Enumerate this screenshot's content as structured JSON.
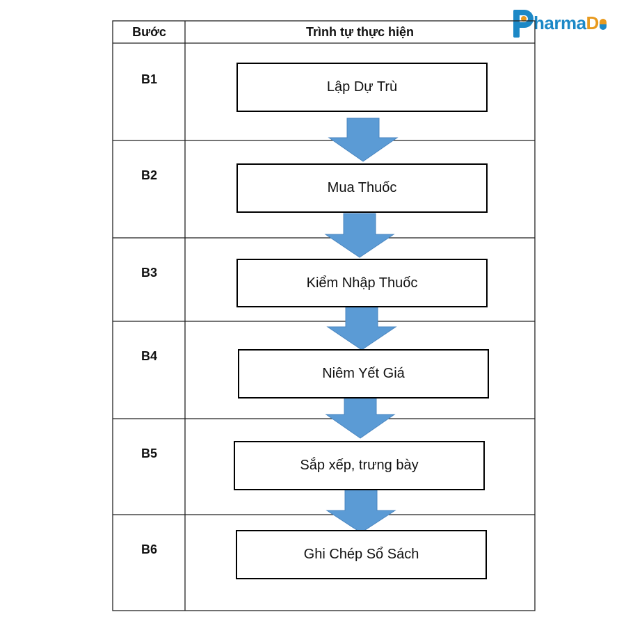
{
  "brand": {
    "name_prefix": "harma",
    "name_suffix": "D",
    "logo_initial": "P",
    "primary_color": "#1c88c6",
    "accent_color": "#e89a1f"
  },
  "table": {
    "col_step_header": "Bước",
    "col_process_header": "Trình tự thực hiện",
    "steps": [
      {
        "id": "B1",
        "label": "Lập Dự Trù"
      },
      {
        "id": "B2",
        "label": "Mua Thuốc"
      },
      {
        "id": "B3",
        "label": "Kiểm Nhập Thuốc"
      },
      {
        "id": "B4",
        "label": "Niêm Yết Giá"
      },
      {
        "id": "B5",
        "label": "Sắp xếp, trưng bày"
      },
      {
        "id": "B6",
        "label": "Ghi Chép Sổ Sách"
      }
    ]
  },
  "arrow_color": "#5b9bd5"
}
